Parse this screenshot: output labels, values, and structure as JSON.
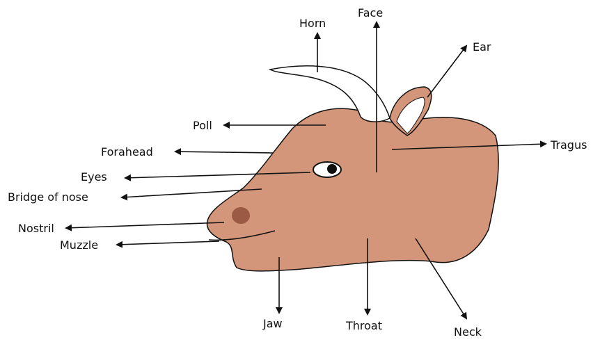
{
  "colors": {
    "head_fill": "#d4967a",
    "outline": "#111111",
    "nostril": "#9b5a43",
    "horn_fill": "#ffffff",
    "arrow": "#111111"
  },
  "labels": {
    "horn": "Horn",
    "face": "Face",
    "ear": "Ear",
    "poll": "Poll",
    "forehead": "Forahead",
    "tragus": "Tragus",
    "eyes": "Eyes",
    "bridge_of_nose": "Bridge of nose",
    "nostril": "Nostril",
    "muzzle": "Muzzle",
    "jaw": "Jaw",
    "throat": "Throat",
    "neck": "Neck"
  }
}
